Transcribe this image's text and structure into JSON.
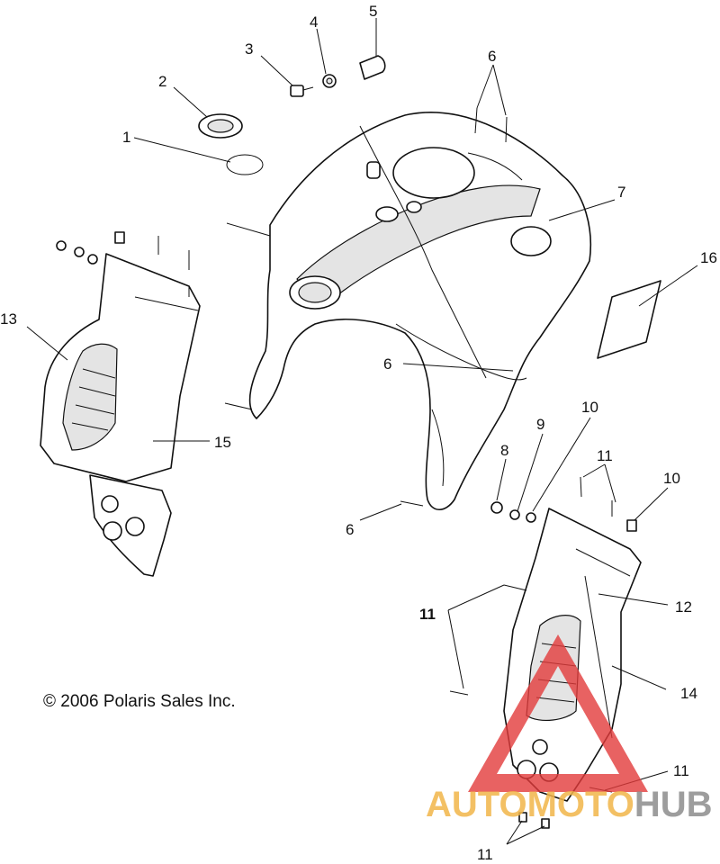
{
  "callouts": [
    {
      "id": "c1",
      "label": "1"
    },
    {
      "id": "c2",
      "label": "2"
    },
    {
      "id": "c3",
      "label": "3"
    },
    {
      "id": "c4",
      "label": "4"
    },
    {
      "id": "c5",
      "label": "5"
    },
    {
      "id": "c6a",
      "label": "6"
    },
    {
      "id": "c6b",
      "label": "6"
    },
    {
      "id": "c6c",
      "label": "6"
    },
    {
      "id": "c7",
      "label": "7"
    },
    {
      "id": "c8",
      "label": "8"
    },
    {
      "id": "c9",
      "label": "9"
    },
    {
      "id": "c10a",
      "label": "10"
    },
    {
      "id": "c10b",
      "label": "10"
    },
    {
      "id": "c11a",
      "label": "11"
    },
    {
      "id": "c11b",
      "label": "11"
    },
    {
      "id": "c11c",
      "label": "11"
    },
    {
      "id": "c11d",
      "label": "11"
    },
    {
      "id": "c12",
      "label": "12"
    },
    {
      "id": "c13",
      "label": "13"
    },
    {
      "id": "c14",
      "label": "14"
    },
    {
      "id": "c15",
      "label": "15"
    },
    {
      "id": "c16",
      "label": "16"
    }
  ],
  "copyright": "© 2006 Polaris Sales Inc.",
  "watermark": {
    "part1": "AUTOMOTO",
    "part2": "HUB",
    "color_accent": "#f2b64a",
    "color_gray": "#8c8c8c",
    "triangle_color": "#e23b3b"
  }
}
